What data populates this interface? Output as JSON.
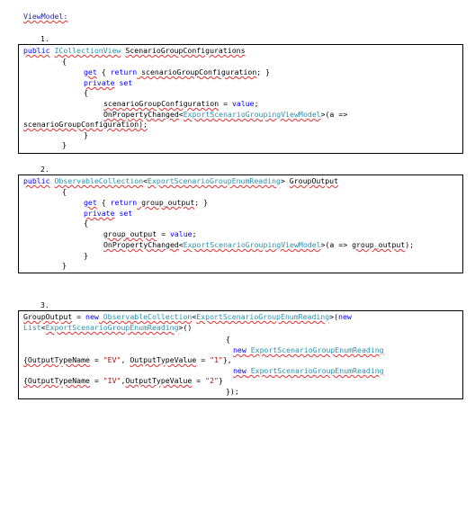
{
  "heading": "ViewModel:",
  "section1": {
    "number": "1.",
    "lines": {
      "l1_public": "public",
      "l1_type": "ICollectionView",
      "l1_name": "ScenarioGroupConfigurations",
      "l2": "{",
      "l3_get": "get",
      "l3_rest_a": " { ",
      "l3_return": "return",
      "l3_field": " scenarioGroupConfiguration",
      "l3_end": "; }",
      "l4_private": "private",
      "l4_set": " set",
      "l5": "{",
      "l6_field": "scenarioGroupConfiguration",
      "l6_eq": " = ",
      "l6_value": "value",
      "l6_end": ";",
      "l7_method": "OnPropertyChanged",
      "l7_lt": "<",
      "l7_type": "ExportScenarioGroupingViewModel",
      "l7_rest": ">(a =>",
      "l8": "scenarioGroupConfiguration);",
      "l9": "}",
      "l10": "}"
    }
  },
  "section2": {
    "number": "2.",
    "lines": {
      "l1_public": "public",
      "l1_type": "ObservableCollection",
      "l1_lt": "<",
      "l1_type2": "ExportScenarioGroupEnumReading",
      "l1_gt": "> ",
      "l1_name": "GroupOutput",
      "l2": "{",
      "l3_get": "get",
      "l3_rest_a": " { ",
      "l3_return": "return",
      "l3_field": " group_output",
      "l3_end": "; }",
      "l4_private": "private",
      "l4_set": " set",
      "l5": "{",
      "l6_field": "group_output",
      "l6_eq": " = ",
      "l6_value": "value",
      "l6_end": ";",
      "l7_method": "OnPropertyChanged",
      "l7_lt": "<",
      "l7_type": "ExportScenarioGroupingViewModel",
      "l7_mid": ">(a => ",
      "l7_field": "group_output",
      "l7_end": ");",
      "l8": "}",
      "l9": "}"
    }
  },
  "section3": {
    "number": "3.",
    "lines": {
      "l1_name": "GroupOutput",
      "l1_eq": " = ",
      "l1_new": "new",
      "l1_type": " ObservableCollection",
      "l1_lt": "<",
      "l1_type2": "ExportScenarioGroupEnumReading",
      "l1_gt": ">(",
      "l1_new2": "new",
      "l2_list": "List",
      "l2_lt": "<",
      "l2_type": "ExportScenarioGroupEnumReading",
      "l2_end": ">()",
      "l3": "{",
      "l4_new": "new",
      "l4_type": " ExportScenarioGroupEnumReading",
      "l5_a": "{OutputTypeName",
      "l5_b": " = ",
      "l5_str1": "\"EV\"",
      "l5_c": ", ",
      "l5_d": "OutputTypeValue",
      "l5_e": " = ",
      "l5_str2": "\"1\"",
      "l5_f": "},",
      "l6_new": "new",
      "l6_type": " ExportScenarioGroupEnumReading",
      "l7_a": "{OutputTypeName",
      "l7_b": " = ",
      "l7_str1": "\"IV\"",
      "l7_c": ",",
      "l7_d": "OutputTypeValue",
      "l7_e": " = ",
      "l7_str2": "\"2\"",
      "l7_f": "}",
      "l8": "});"
    }
  }
}
